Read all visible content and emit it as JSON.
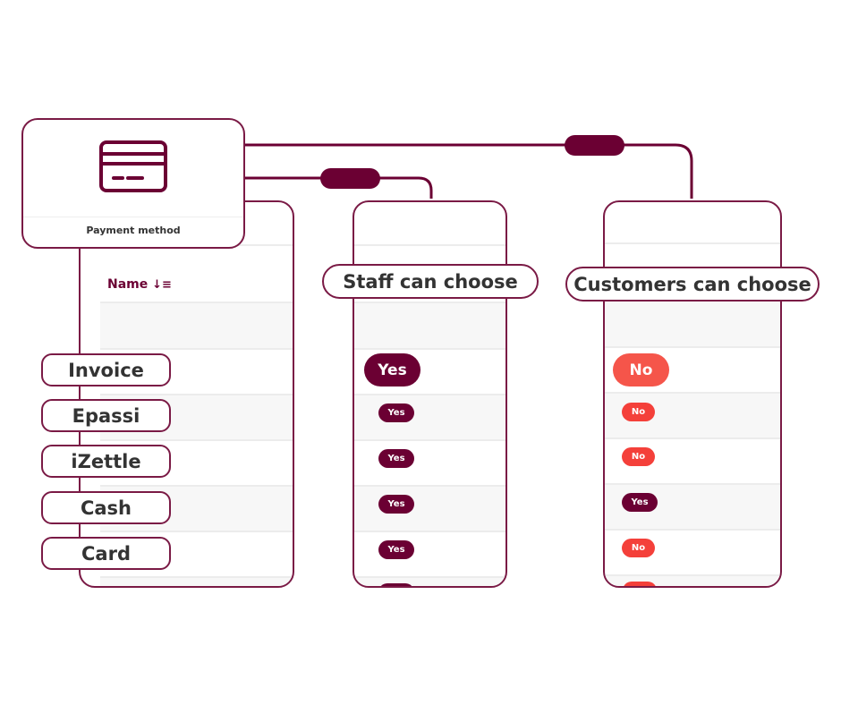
{
  "card": {
    "title": "Payment method",
    "icon": "credit-card-icon"
  },
  "table": {
    "name_header": "Name",
    "sort_icon": "sort-descending-icon"
  },
  "columns": {
    "staff": "Staff can choose",
    "customers": "Customers can choose"
  },
  "methods": [
    {
      "name": "Invoice",
      "staff": "Yes",
      "customers": "No"
    },
    {
      "name": "Epassi",
      "staff": "Yes",
      "customers": "No"
    },
    {
      "name": "iZettle",
      "staff": "Yes",
      "customers": "No"
    },
    {
      "name": "Cash",
      "staff": "Yes",
      "customers": "Yes"
    },
    {
      "name": "Card",
      "staff": "Yes",
      "customers": "No"
    }
  ],
  "colors": {
    "brand": "#6b0033",
    "no": "#f4403a",
    "no_highlight": "#f5554a"
  }
}
